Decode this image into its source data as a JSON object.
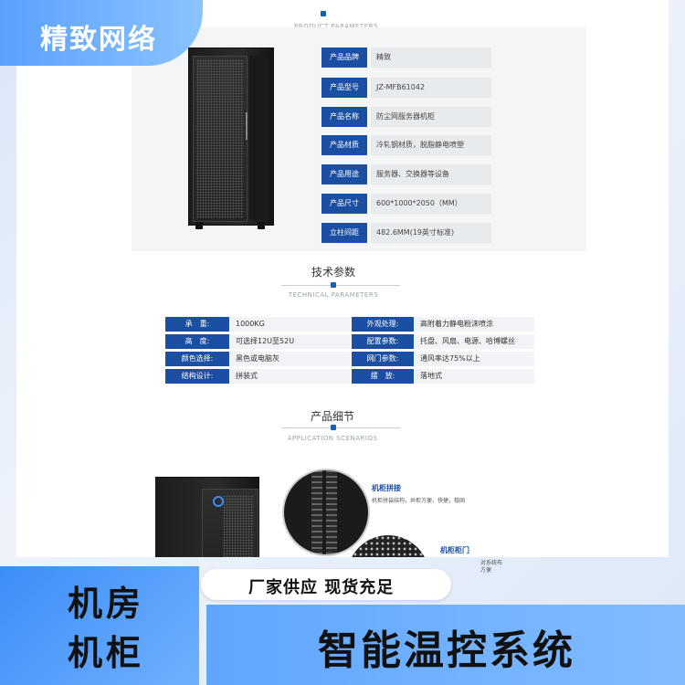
{
  "brand": {
    "name": "精致网络"
  },
  "product_params": {
    "en_title": "PRODUCT PARAMETERS",
    "rows": [
      {
        "key": "产品品牌",
        "value": "精致"
      },
      {
        "key": "产品型号",
        "value": "JZ-MFB61042"
      },
      {
        "key": "产品名称",
        "value": "防尘网服务器机柜"
      },
      {
        "key": "产品材质",
        "value": "冷轧钢材质，脱脂静电喷塑"
      },
      {
        "key": "产品用途",
        "value": "服务器、交换器等设备"
      },
      {
        "key": "产品尺寸",
        "value": "600*1000*2050（MM）"
      },
      {
        "key": "立柱间距",
        "value": "482.6MM(19英寸标准)"
      }
    ]
  },
  "tech_params": {
    "cn_title": "技术参数",
    "en_title": "TECHNICAL PARAMETERS",
    "rows": [
      {
        "k1": "承　重:",
        "v1": "1000KG",
        "k2": "外观处理:",
        "v2": "高附着力静电粉沫喷涂"
      },
      {
        "k1": "高　度:",
        "v1": "可选择12U至52U",
        "k2": "配置参数:",
        "v2": "托盘、风扇、电源、哈博螺丝"
      },
      {
        "k1": "颜色选择:",
        "v1": "黑色或电脑灰",
        "k2": "网门参数:",
        "v2": "通风率达75%以上"
      },
      {
        "k1": "结构设计:",
        "v1": "拼装式",
        "k2": "摆　放:",
        "v2": "落地式"
      }
    ]
  },
  "details": {
    "cn_title": "产品细节",
    "en_title": "APPLICATION SCENARIOS",
    "items": [
      {
        "title": "机柜拼接",
        "desc": "机柜拼装结构，井柜方便，快捷，稳固"
      },
      {
        "title": "机柜柜门",
        "desc": "对系统布",
        "desc2": "方便"
      }
    ]
  },
  "banner": {
    "left_line1": "机房",
    "left_line2": "机柜",
    "pill": "厂家供应 现货充足",
    "right": "智能温控系统"
  },
  "colors": {
    "accent": "#1a4fa3",
    "banner": "#5fa6ff"
  }
}
